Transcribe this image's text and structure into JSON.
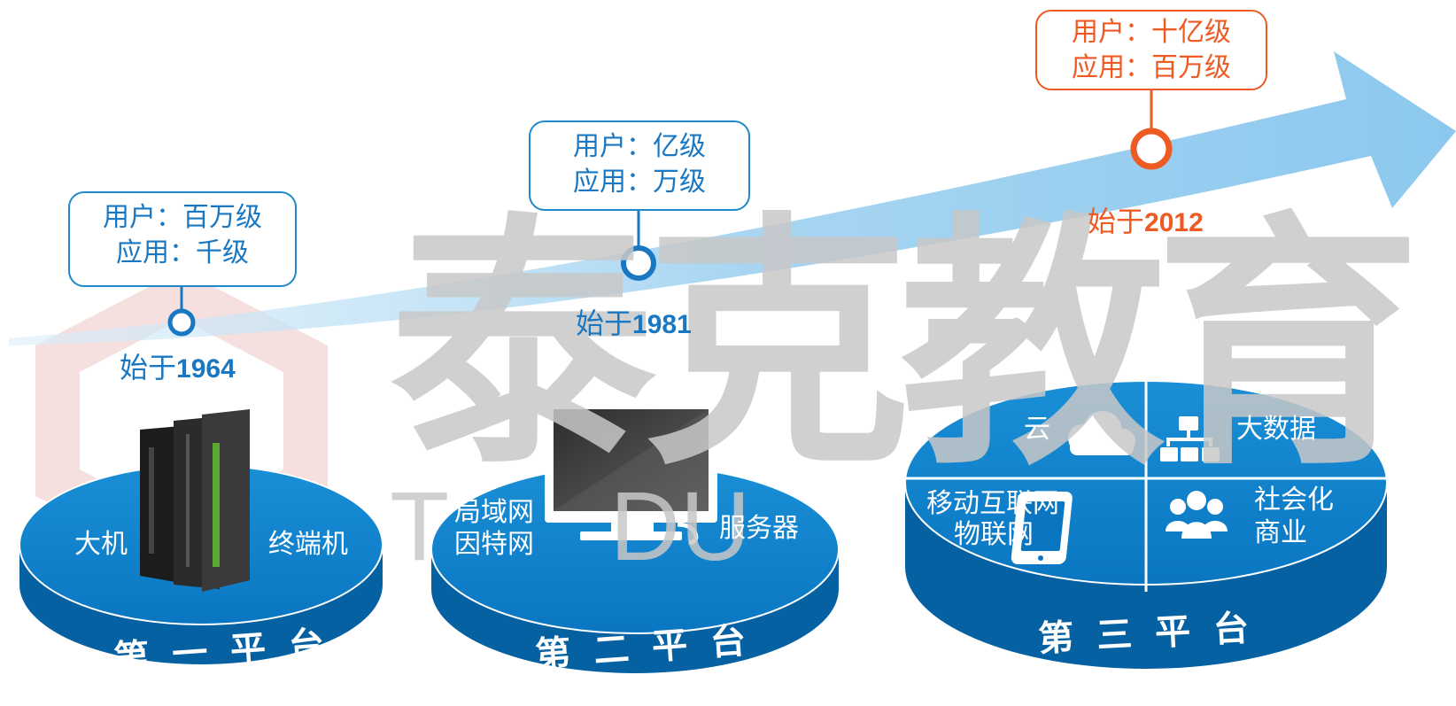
{
  "watermark": {
    "text": "泰克教育",
    "subtext": "T      DU"
  },
  "milestones": [
    {
      "users": "用户：百万级",
      "apps": "应用：千级",
      "since_prefix": "始于",
      "since_year": "1964"
    },
    {
      "users": "用户：亿级",
      "apps": "应用：万级",
      "since_prefix": "始于",
      "since_year": "1981"
    },
    {
      "users": "用户：十亿级",
      "apps": "应用：百万级",
      "since_prefix": "始于",
      "since_year": "2012"
    }
  ],
  "platforms": [
    {
      "name": "第一平台",
      "left_label": "大机",
      "right_label": "终端机"
    },
    {
      "name": "第二平台",
      "left_label_1": "局域网",
      "left_label_2": "因特网",
      "right_label": "服务器"
    },
    {
      "name": "第三平台",
      "quadrants": {
        "cloud": "云",
        "bigdata": "大数据",
        "mobile_1": "移动互联网",
        "mobile_2": "物联网",
        "social_1": "社会化",
        "social_2": "商业"
      }
    }
  ],
  "colors": {
    "blue": "#1a78c2",
    "disk": "#0a7bc6",
    "disk_side": "#0661a3",
    "orange": "#ee5a24",
    "arrow": "#a9d6f2",
    "watermark": "#c8c8c8",
    "watermark_red": "#f0c6c6"
  },
  "icons": [
    "mainframe-icon",
    "monitor-icon",
    "cloud-icon",
    "hierarchy-icon",
    "tablet-icon",
    "people-icon"
  ]
}
